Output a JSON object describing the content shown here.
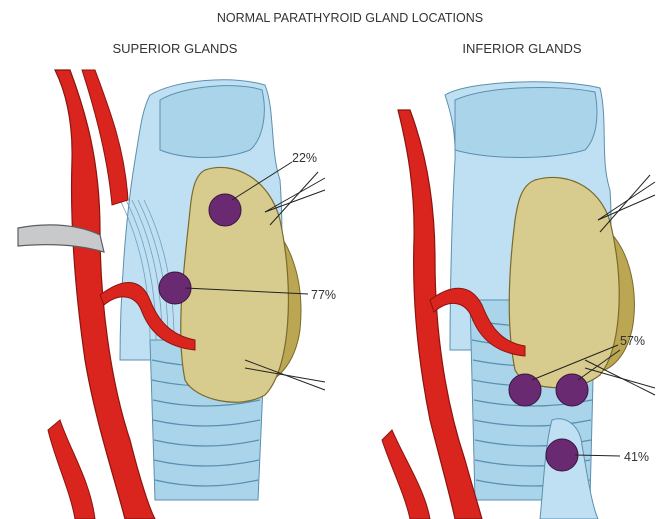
{
  "title": "NORMAL PARATHYROID GLAND LOCATIONS",
  "panels": {
    "superior": {
      "heading": "SUPERIOR GLANDS",
      "callouts": [
        "22%",
        "77%"
      ]
    },
    "inferior": {
      "heading": "INFERIOR GLANDS",
      "callouts": [
        "57%",
        "41%"
      ]
    }
  },
  "colors": {
    "artery": "#d9251d",
    "thyroid": "#d8cb8e",
    "thyroid_shadow": "#bba653",
    "trachea": "#a9d4ea",
    "larynx": "#bfe0f2",
    "gland": "#6a2a72",
    "nerve": "#c8c9cb"
  }
}
